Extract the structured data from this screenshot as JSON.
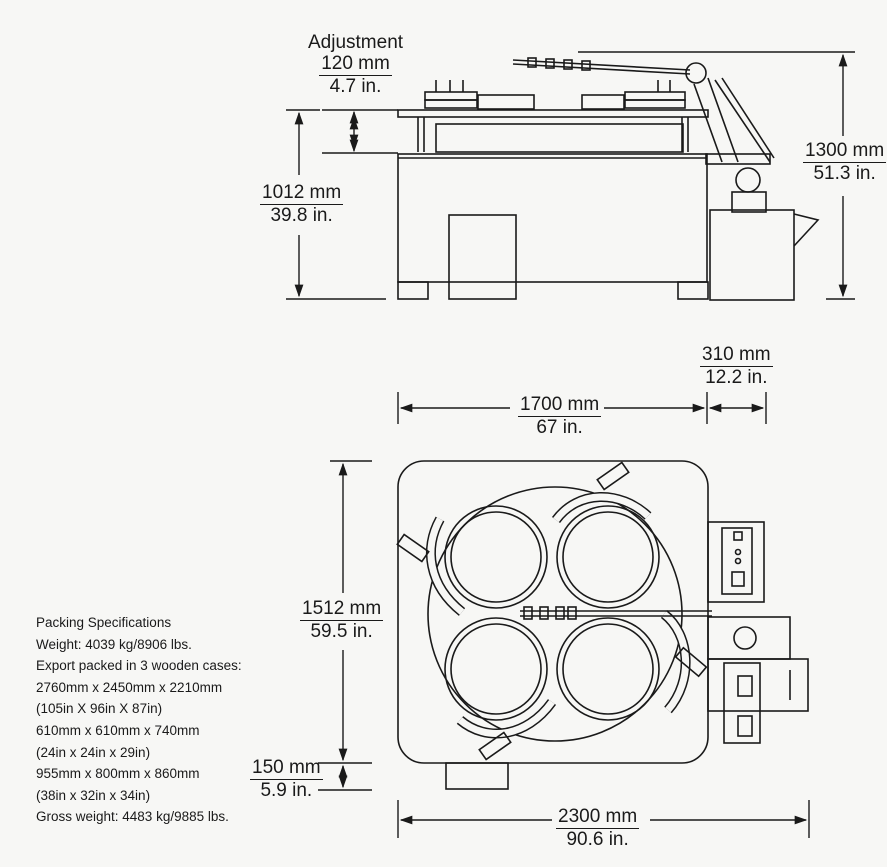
{
  "side_view": {
    "adjustment": {
      "title": "Adjustment",
      "metric": "120 mm",
      "imperial": "4.7 in."
    },
    "table_height": {
      "metric": "1012 mm",
      "imperial": "39.8 in."
    },
    "overall_height": {
      "metric": "1300 mm",
      "imperial": "51.3 in."
    }
  },
  "top_view": {
    "cabinet_width": {
      "metric": "1700 mm",
      "imperial": "67 in."
    },
    "side_unit_width": {
      "metric": "310 mm",
      "imperial": "12.2 in."
    },
    "depth": {
      "metric": "1512 mm",
      "imperial": "59.5 in."
    },
    "foot_offset": {
      "metric": "150 mm",
      "imperial": "5.9 in."
    },
    "overall_width": {
      "metric": "2300 mm",
      "imperial": "90.6 in."
    }
  },
  "packing_specs": {
    "title": "Packing Specifications",
    "lines": [
      "Weight: 4039 kg/8906 lbs.",
      "Export packed in 3 wooden cases:",
      "2760mm x 2450mm x 2210mm",
      "(105in X 96in X 87in)",
      "610mm x 610mm x 740mm",
      "(24in x 24in x 29in)",
      "955mm x 800mm x 860mm",
      "(38in x 32in x 34in)",
      "Gross weight: 4483 kg/9885 lbs."
    ]
  }
}
